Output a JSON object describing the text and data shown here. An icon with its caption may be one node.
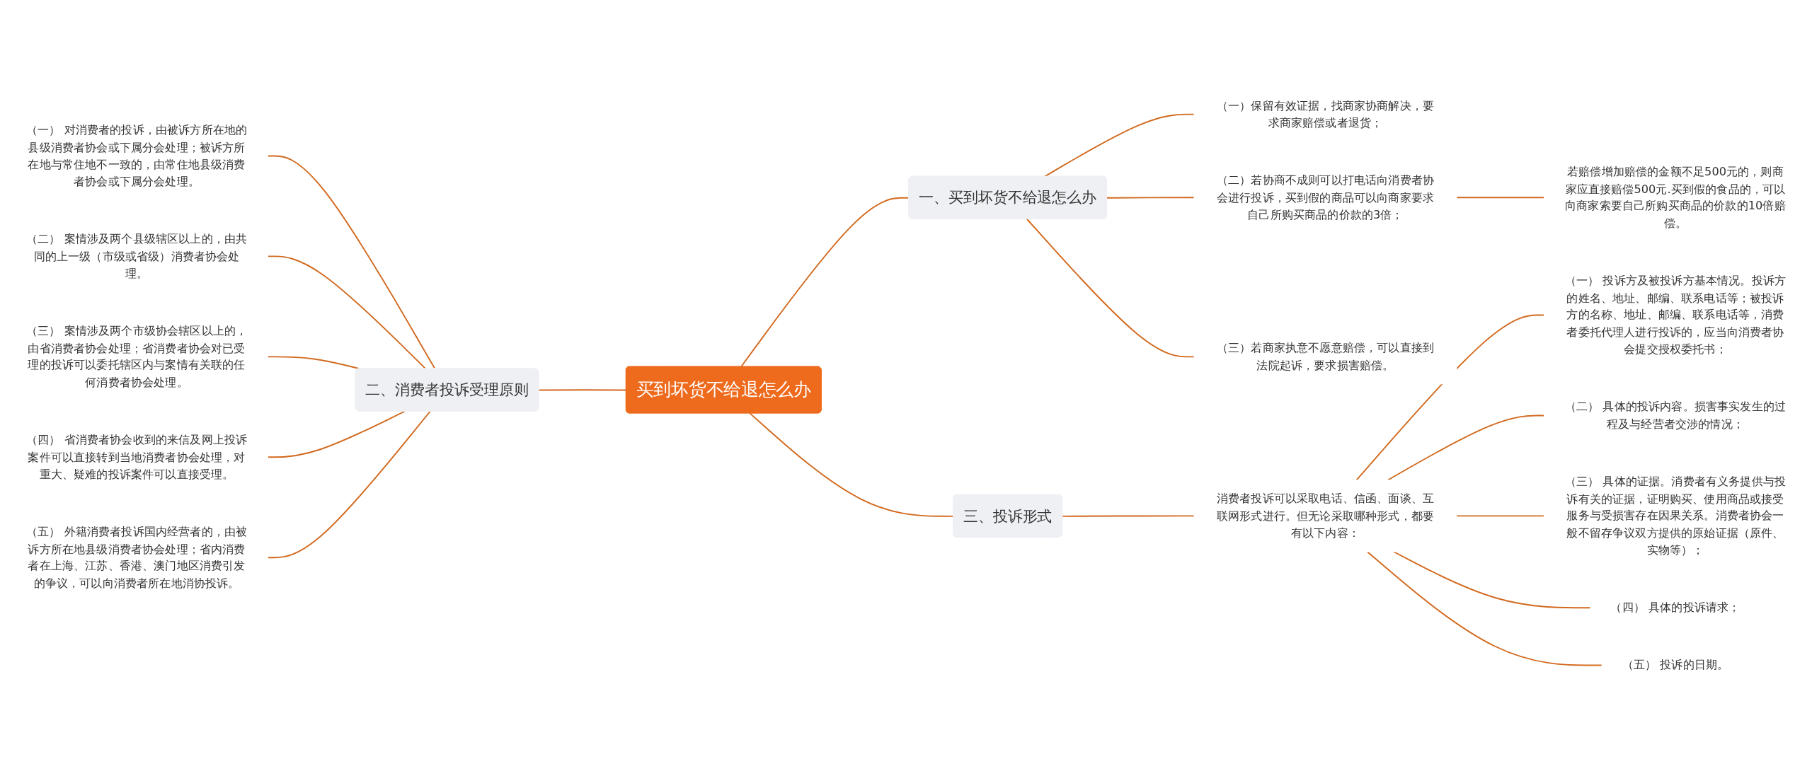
{
  "diagram": {
    "nodes": [
      {
        "text": [
          "买到坏货不给退怎么办"
        ]
      },
      {
        "text": [
          "一、买到坏货不给退怎么办"
        ]
      },
      {
        "text": [
          "（一）保留有效证据，找商家协商解决，要求商家赔偿或者退货；"
        ]
      },
      {
        "text": [
          "（二）若协商不成则可以打电话向消费者协会进行投诉，买到假的商品可以向商家要求自己所购买商品的价款的3倍；"
        ]
      },
      {
        "text": [
          "若赔偿增加赔偿的金额不足500元的，则商家应直接赔偿500元.买到假的食品的，可以向商家索要自己所购买商品的价款的10倍赔偿。"
        ]
      },
      {
        "text": [
          "（三）若商家执意不愿意赔偿，可以直接到法院起诉，要求损害赔偿。"
        ]
      },
      {
        "text": [
          "二、消费者投诉受理原则"
        ]
      },
      {
        "text": [
          "（一） 对消费者的投诉，由被诉方所在地的县级消费者协会或下属分会处理；被诉方所在地与常住地不一致的，由常住地县级消费者协会或下属分会处理。"
        ]
      },
      {
        "text": [
          "（二） 案情涉及两个县级辖区以上的，由共同的上一级（市级或省级）消费者协会处理。"
        ]
      },
      {
        "text": [
          "（三） 案情涉及两个市级协会辖区以上的，由省消费者协会处理；省消费者协会对已受理的投诉可以委托辖区内与案情有关联的任何消费者协会处理。"
        ]
      },
      {
        "text": [
          "（四） 省消费者协会收到的来信及网上投诉案件可以直接转到当地消费者协会处理，对重大、疑难的投诉案件可以直接受理。"
        ]
      },
      {
        "text": [
          "（五） 外籍消费者投诉国内经营者的，由被诉方所在地县级消费者协会处理；省内消费者在上海、江苏、香港、澳门地区消费引发的争议，可以向消费者所在地消协投诉。"
        ]
      },
      {
        "text": [
          "三、投诉形式"
        ]
      },
      {
        "text": [
          "消费者投诉可以采取电话、信函、面谈、互联网形式进行。但无论采取哪种形式，都要有以下内容："
        ]
      },
      {
        "text": [
          "（一） 投诉方及被投诉方基本情况。投诉方的姓名、地址、邮编、联系电话等；被投诉方的名称、地址、邮编、联系电话等，消费者委托代理人进行投诉的，应当向消费者协会提交授权委托书；"
        ]
      },
      {
        "text": [
          "（二） 具体的投诉内容。损害事实发生的过程及与经营者交涉的情况；"
        ]
      },
      {
        "text": [
          "（三） 具体的证据。消费者有义务提供与投诉有关的证据，证明购买、使用商品或接受服务与受损害存在因果关系。消费者协会一般不留存争议双方提供的原始证据（原件、实物等）；"
        ]
      },
      {
        "text": [
          "（四） 具体的投诉请求；"
        ]
      },
      {
        "text": [
          "（五） 投诉的日期。"
        ]
      }
    ],
    "edges": [
      {
        "from": 0,
        "to": 1,
        "arrow": "none"
      },
      {
        "from": 1,
        "to": 2,
        "arrow": "none"
      },
      {
        "from": 1,
        "to": 3,
        "arrow": "none"
      },
      {
        "from": 3,
        "to": 4,
        "arrow": "none"
      },
      {
        "from": 1,
        "to": 5,
        "arrow": "none"
      },
      {
        "from": 0,
        "to": 6,
        "arrow": "none"
      },
      {
        "from": 6,
        "to": 7,
        "arrow": "none"
      },
      {
        "from": 6,
        "to": 8,
        "arrow": "none"
      },
      {
        "from": 6,
        "to": 9,
        "arrow": "none"
      },
      {
        "from": 6,
        "to": 10,
        "arrow": "none"
      },
      {
        "from": 6,
        "to": 11,
        "arrow": "none"
      },
      {
        "from": 0,
        "to": 12,
        "arrow": "none"
      },
      {
        "from": 12,
        "to": 13,
        "arrow": "none"
      },
      {
        "from": 13,
        "to": 14,
        "arrow": "none"
      },
      {
        "from": 13,
        "to": 15,
        "arrow": "none"
      },
      {
        "from": 13,
        "to": 16,
        "arrow": "none"
      },
      {
        "from": 13,
        "to": 17,
        "arrow": "none"
      },
      {
        "from": 13,
        "to": 18,
        "arrow": "none"
      }
    ]
  }
}
